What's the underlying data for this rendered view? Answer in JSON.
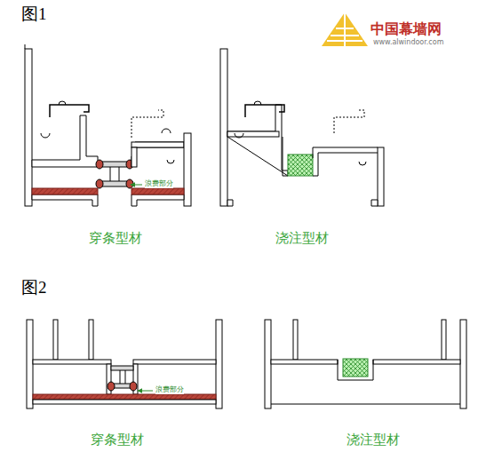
{
  "diagram": {
    "labels": [
      "图1",
      "中国幕墙网",
      "www.alwindoor.com",
      "浪费部分",
      "穿条型材",
      "浇注型材",
      "图2",
      "浪费部分",
      "穿条型材",
      "浇注型材"
    ]
  }
}
